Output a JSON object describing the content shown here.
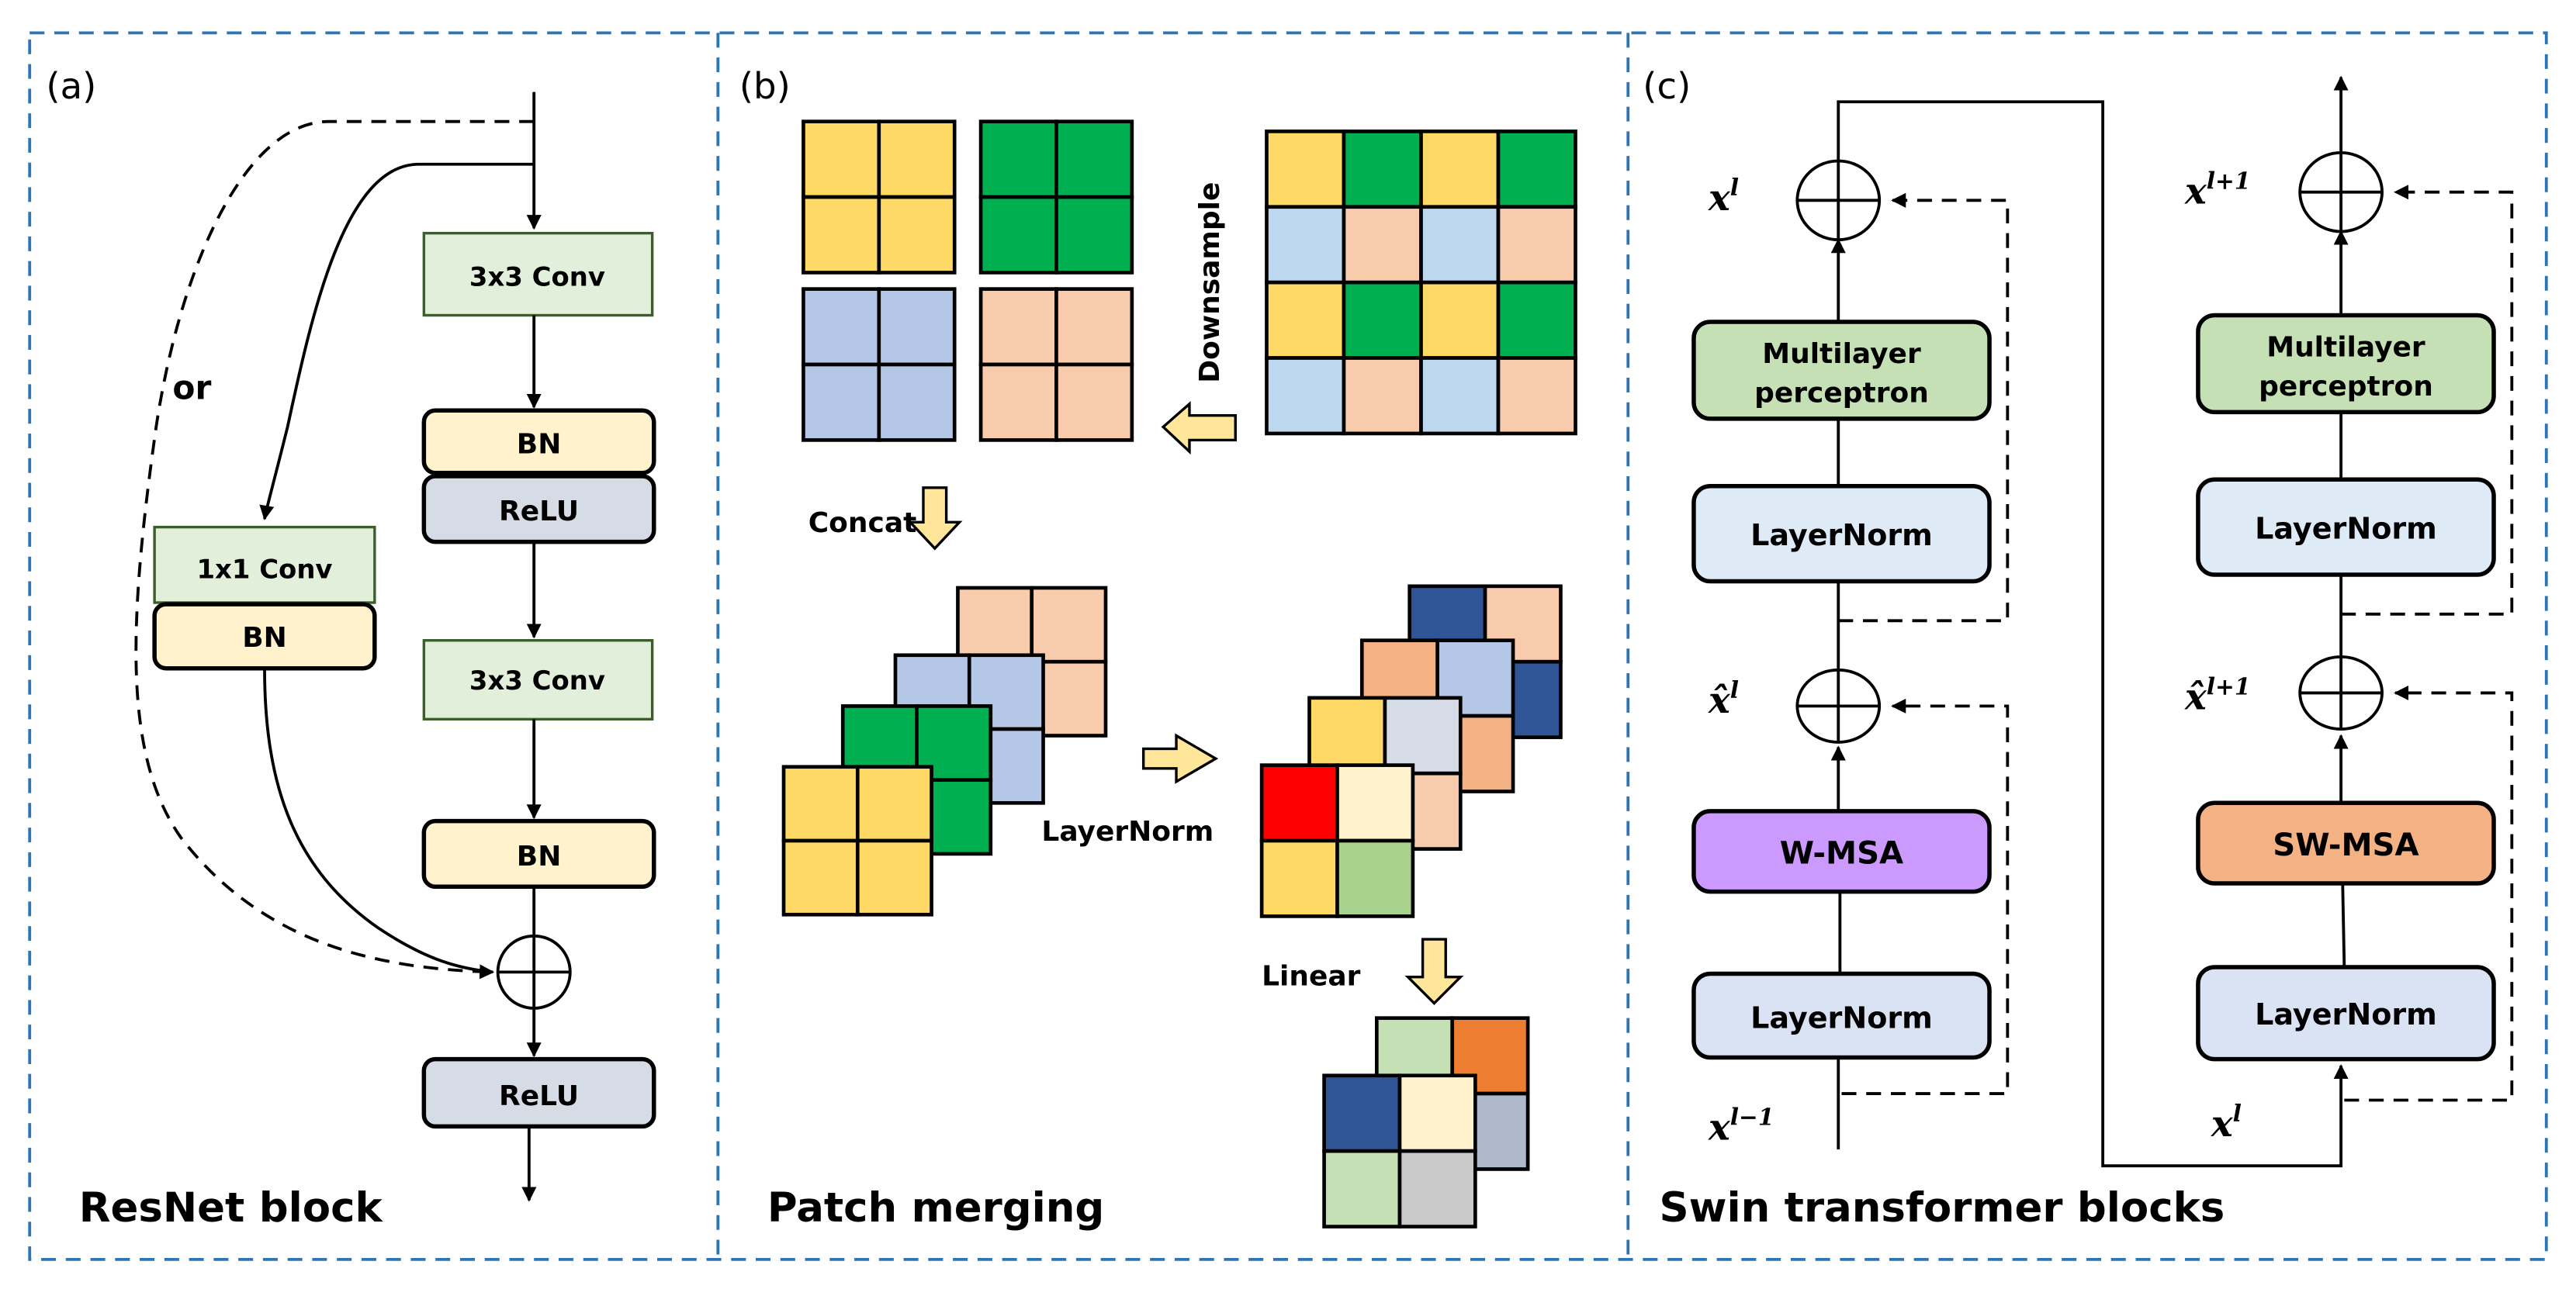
{
  "figure": {
    "panels": {
      "a": {
        "tag": "(a)",
        "title": "ResNet block",
        "or_label": "or",
        "main_path": [
          {
            "label": "3x3 Conv",
            "kind": "conv",
            "color": "#e2efda"
          },
          {
            "label": "BN",
            "kind": "norm",
            "color": "#fff2cc"
          },
          {
            "label": "ReLU",
            "kind": "activation",
            "color": "#d6dce5"
          },
          {
            "label": "3x3 Conv",
            "kind": "conv",
            "color": "#e2efda"
          },
          {
            "label": "BN",
            "kind": "norm",
            "color": "#fff2cc"
          },
          {
            "label": "ReLU",
            "kind": "activation",
            "color": "#d6dce5"
          }
        ],
        "shortcut_path": [
          {
            "label": "1x1 Conv",
            "kind": "conv",
            "color": "#e2efda"
          },
          {
            "label": "BN",
            "kind": "norm",
            "color": "#fff2cc"
          }
        ],
        "add_symbol": "⊕"
      },
      "b": {
        "tag": "(b)",
        "title": "Patch merging",
        "labels": {
          "downsample": "Downsample",
          "concat": "Concat",
          "layernorm": "LayerNorm",
          "linear": "Linear"
        },
        "colors": {
          "yellow": "#ffd966",
          "green": "#00b050",
          "light_blue": "#bdd7ee",
          "periwinkle": "#b4c7e7",
          "peach": "#f8cbad",
          "salmon": "#f4b183",
          "navy": "#2f5597",
          "red": "#ff0000",
          "cream": "#fff2cc",
          "sage": "#a9d18e",
          "grey_blue": "#d6dce5",
          "mint": "#c5e0b4",
          "orange": "#ed7d31",
          "slate": "#adb9ca",
          "grey": "#c9c9c9"
        },
        "input_grid": [
          [
            "yellow",
            "green",
            "yellow",
            "green"
          ],
          [
            "light_blue",
            "peach",
            "light_blue",
            "peach"
          ],
          [
            "yellow",
            "green",
            "yellow",
            "green"
          ],
          [
            "light_blue",
            "peach",
            "light_blue",
            "peach"
          ]
        ],
        "downsampled_patches": [
          "yellow",
          "green",
          "periwinkle",
          "peach"
        ],
        "concat_stack": [
          "peach",
          "periwinkle",
          "green",
          "yellow"
        ],
        "normalized_stack": [
          [
            "navy",
            "peach",
            "peach",
            "navy"
          ],
          [
            "salmon",
            "periwinkle",
            "periwinkle",
            "salmon"
          ],
          [
            "yellow",
            "grey_blue",
            "grey_blue",
            "peach"
          ],
          [
            "red",
            "cream",
            "yellow",
            "sage"
          ]
        ],
        "linear_output": [
          [
            "mint",
            "orange",
            "orange",
            "slate"
          ],
          [
            "navy",
            "cream",
            "mint",
            "grey"
          ]
        ]
      },
      "c": {
        "tag": "(c)",
        "title": "Swin transformer blocks",
        "block1": {
          "input_var": "x",
          "input_sup": "l−1",
          "mid_var": "x̂",
          "mid_sup": "l",
          "out_var": "x",
          "out_sup": "l",
          "layers": [
            {
              "label": "LayerNorm",
              "color": "#dae3f3"
            },
            {
              "label": "W-MSA",
              "color": "#cc99ff"
            },
            {
              "label": "LayerNorm",
              "color": "#deebf7"
            },
            {
              "label": "Multilayer",
              "label2": "perceptron",
              "color": "#c5e0b4"
            }
          ]
        },
        "block2": {
          "input_var": "x",
          "input_sup": "l",
          "mid_var": "x̂",
          "mid_sup": "l+1",
          "out_var": "x",
          "out_sup": "l+1",
          "layers": [
            {
              "label": "LayerNorm",
              "color": "#dae3f3"
            },
            {
              "label": "SW-MSA",
              "color": "#f4b183"
            },
            {
              "label": "LayerNorm",
              "color": "#deebf7"
            },
            {
              "label": "Multilayer",
              "label2": "perceptron",
              "color": "#c5e0b4"
            }
          ]
        }
      }
    },
    "frame_color": "#2e75b6"
  }
}
